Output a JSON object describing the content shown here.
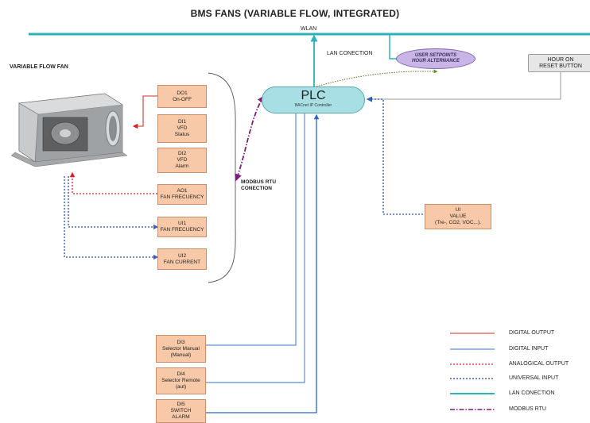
{
  "title": "BMS FANS (VARIABLE  FLOW,  INTEGRATED)",
  "wlan_label": "WLAN",
  "lan_connection_label": "LAN CONECTION",
  "fan_label": "VARIABLE FLOW FAN",
  "plc": {
    "title": "PLC",
    "subtitle": "BACnet IP Controller"
  },
  "user_setpoints": {
    "line1": "USER SETPOINTS",
    "line2": "HOUR ALTERNANCE"
  },
  "hour_reset": {
    "line1": "HOUR ON",
    "line2": "RESET BUTTON"
  },
  "modbus_label": {
    "line1": "MODBUS RTU",
    "line2": "CONECTION"
  },
  "io_boxes": [
    {
      "id": "DO1",
      "line1": "DO1",
      "line2": "On-OFF",
      "line3": ""
    },
    {
      "id": "DI1",
      "line1": "DI1",
      "line2": "VFD",
      "line3": "Status"
    },
    {
      "id": "DI2",
      "line1": "DI2",
      "line2": "VFD",
      "line3": "Alarm"
    },
    {
      "id": "AO1",
      "line1": "AO1",
      "line2": "FAN FRECUENCY",
      "line3": ""
    },
    {
      "id": "UI1",
      "line1": "UI1",
      "line2": "FAN FRECUENCY",
      "line3": ""
    },
    {
      "id": "UI2",
      "line1": "UI2",
      "line2": "FAN CURRENT",
      "line3": ""
    }
  ],
  "ui_value": {
    "line1": "UI",
    "line2": "VALUE",
    "line3": "(Tre-, CO2, VOC,..)."
  },
  "bottom_boxes": [
    {
      "id": "DI3",
      "line1": "DI3",
      "line2": "Selector Manual",
      "line3": "(Manual)"
    },
    {
      "id": "DI4",
      "line1": "DI4",
      "line2": "Selector Remote",
      "line3": "(aut)"
    },
    {
      "id": "DI5",
      "line1": "DI5",
      "line2": "SWITCH",
      "line3": "ALARM"
    }
  ],
  "legend": [
    {
      "label": "DIGITAL OUTPUT",
      "color": "#d9534f",
      "style": "solid"
    },
    {
      "label": "DIGITAL INPUT",
      "color": "#5b8fd6",
      "style": "solid"
    },
    {
      "label": "ANALOGICAL OUTPUT",
      "color": "#d92020",
      "style": "dotted"
    },
    {
      "label": "UNIVERSAL INPUT",
      "color": "#2a3f9a",
      "style": "dotted"
    },
    {
      "label": "LAN CONECTION",
      "color": "#2ab3b8",
      "style": "solid"
    },
    {
      "label": "MODBUS RTU",
      "color": "#7a1f7a",
      "style": "dashdot"
    }
  ],
  "colors": {
    "lan": "#2ab3b8",
    "digital_output": "#d9534f",
    "digital_input": "#3b6fc4",
    "analog_output": "#d92020",
    "universal_input": "#2a4fa8",
    "modbus": "#7a1f7a",
    "box_fill": "#f7c9a8"
  }
}
